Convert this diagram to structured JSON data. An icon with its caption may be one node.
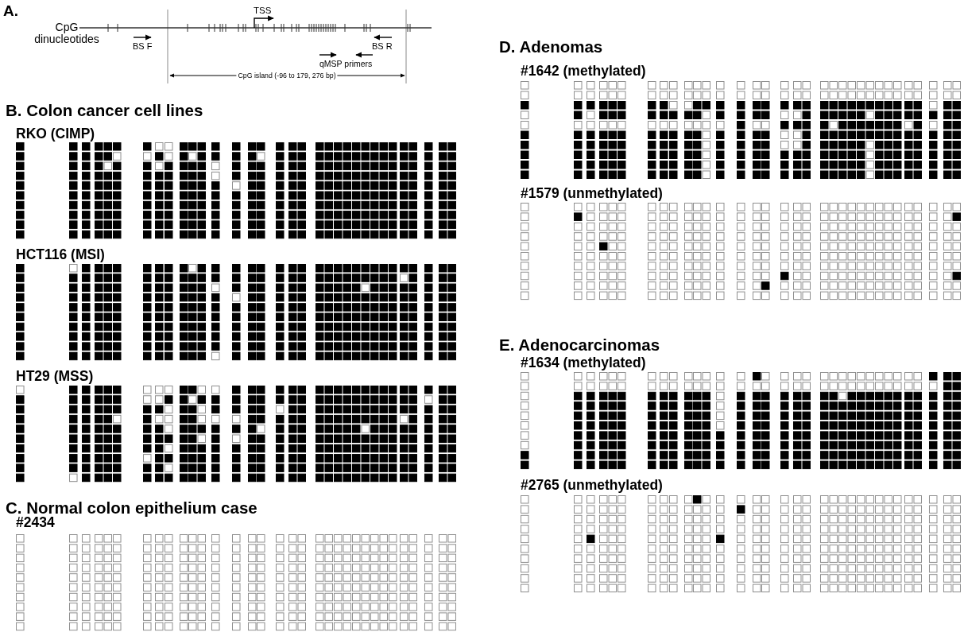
{
  "diagram": {
    "labels": [
      "A.",
      "CpG dinucleotides",
      "TSS",
      "BS F",
      "BS R",
      "qMSP primers",
      "CpG island (-96 to 179, 276 bp)",
      "B. Colon cancer cell lines",
      "RKO (CIMP)",
      "HCT116 (MSI)",
      "HT29 (MSS)",
      "C. Normal colon epithelium case",
      "#2434",
      "D. Adenomas",
      "#1642 (methylated)",
      "#1579 (unmethylated)",
      "E. Adenocarcinomas",
      "#1634 (methylated)",
      "#2765 (unmethylated)"
    ]
  }
}
